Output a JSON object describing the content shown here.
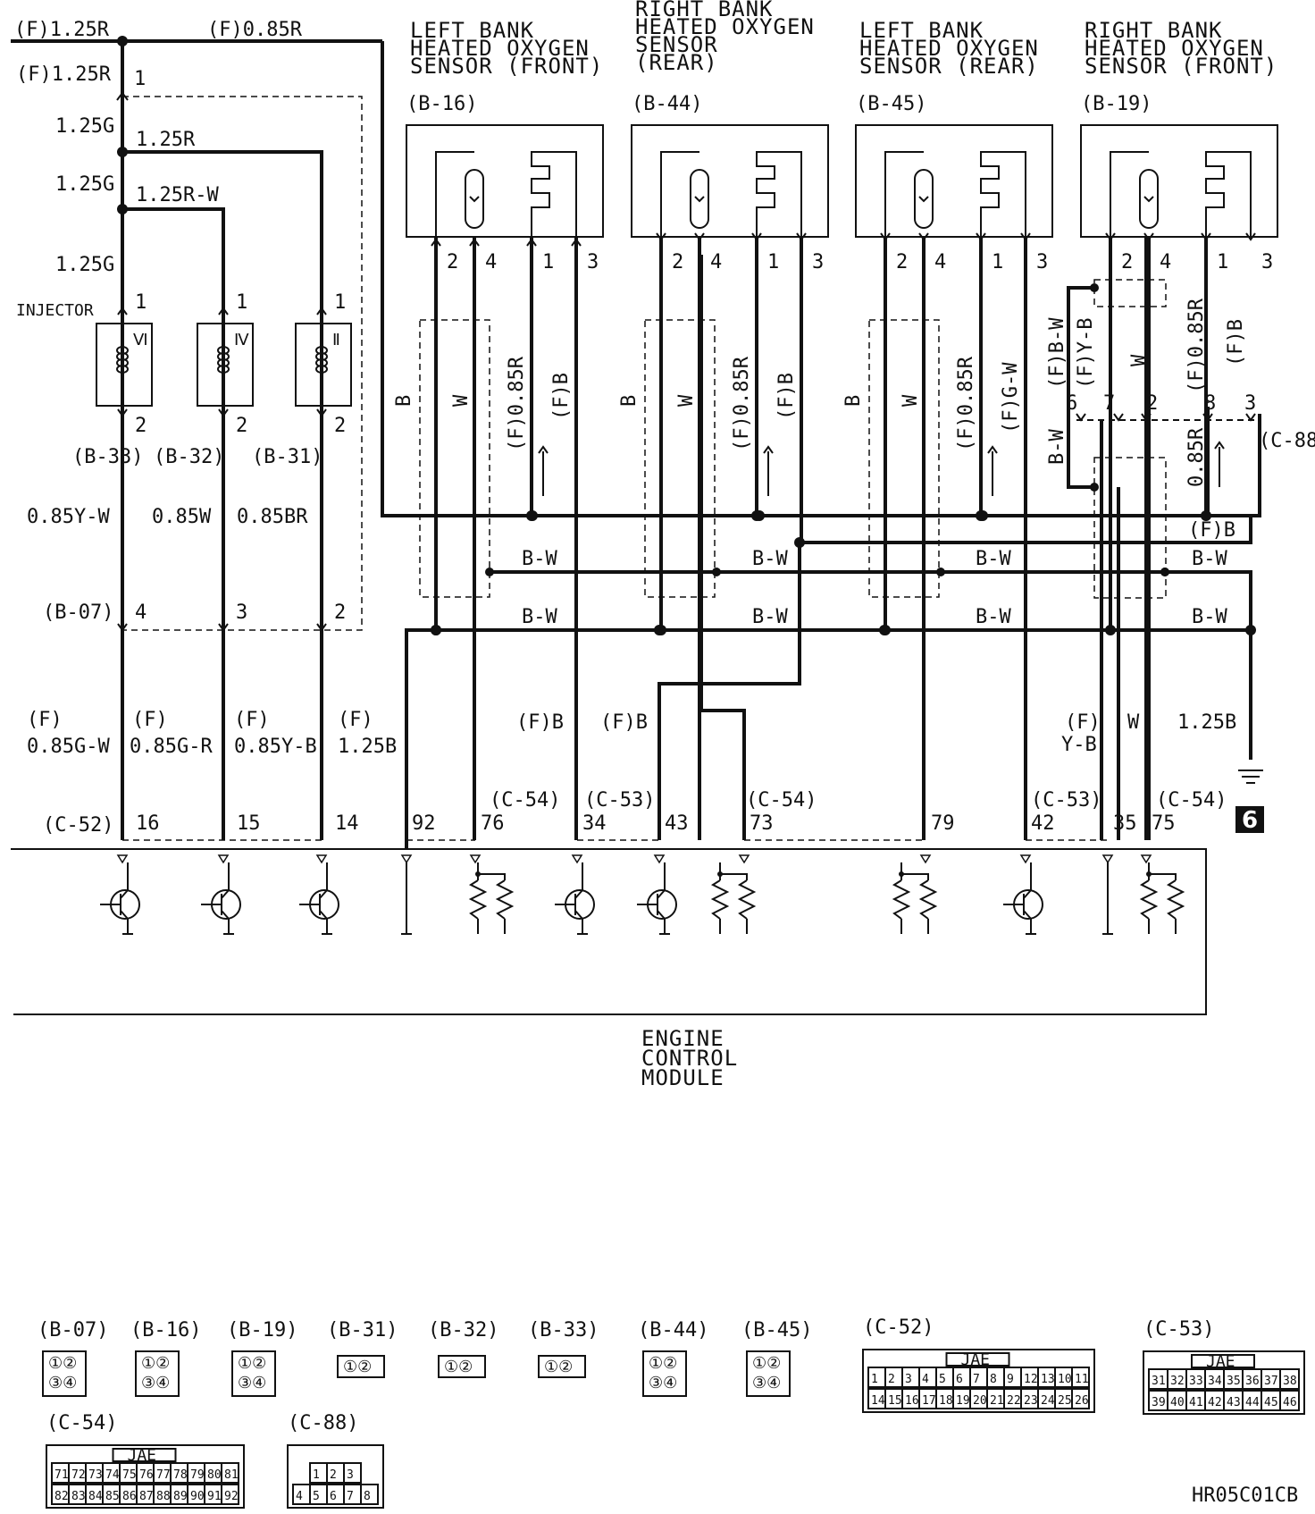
{
  "top_wires": {
    "left": "(F)1.25R",
    "right": "(F)0.85R",
    "branch": "(F)1.25R",
    "pin_top": "1",
    "g1": "1.25G",
    "r1": "1.25R",
    "g2": "1.25G",
    "rw": "1.25R-W",
    "g3": "1.25G"
  },
  "injector": {
    "label": "INJECTOR",
    "units": [
      {
        "roman": "Ⅵ",
        "pin_in": "1",
        "pin_out": "2",
        "connector": "B-33",
        "wire": "0.85Y-W",
        "b07_pin": "4",
        "ecm_wire_a": "(F)",
        "ecm_wire_b": "0.85G-W",
        "ecm_pin": "16"
      },
      {
        "roman": "Ⅳ",
        "pin_in": "1",
        "pin_out": "2",
        "connector": "B-32",
        "wire": "0.85W",
        "b07_pin": "3",
        "ecm_wire_a": "(F)",
        "ecm_wire_b": "0.85G-R",
        "ecm_pin": "15"
      },
      {
        "roman": "Ⅱ",
        "pin_in": "1",
        "pin_out": "2",
        "connector": "B-31",
        "wire": "0.85BR",
        "b07_pin": "2",
        "ecm_wire_a": "(F)",
        "ecm_wire_b": "0.85Y-B",
        "ecm_pin": "14"
      }
    ],
    "b07": "B-07",
    "c52": "C-52",
    "fourth_wire_a": "(F)",
    "fourth_wire_b": "1.25B"
  },
  "sensors": [
    {
      "title": [
        "LEFT BANK",
        "HEATED OXYGEN",
        "SENSOR (FRONT)"
      ],
      "connector": "B-16",
      "pins": [
        "2",
        "4",
        "1",
        "3"
      ]
    },
    {
      "title": [
        "RIGHT BANK",
        "HEATED OXYGEN",
        "SENSOR",
        "(REAR)"
      ],
      "connector": "B-44",
      "pins": [
        "2",
        "4",
        "1",
        "3"
      ]
    },
    {
      "title": [
        "LEFT BANK",
        "HEATED OXYGEN",
        "SENSOR (REAR)"
      ],
      "connector": "B-45",
      "pins": [
        "2",
        "4",
        "1",
        "3"
      ]
    },
    {
      "title": [
        "RIGHT BANK",
        "HEATED OXYGEN",
        "SENSOR (FRONT)"
      ],
      "connector": "B-19",
      "pins": [
        "2",
        "4",
        "1",
        "3"
      ]
    }
  ],
  "wire_labels": {
    "b": "B",
    "w": "W",
    "f085r": "(F)0.85R",
    "fb": "(F)B",
    "fgw": "(F)G-W",
    "fbw": "(F)B-W",
    "fyb": "(F)Y-B",
    "bw": "B-W",
    "r085": "0.85R",
    "fb_bus": "(F)B",
    "ecm_fb1": "(F)B",
    "ecm_fb2": "(F)B",
    "ecm_fyb_a": "(F)",
    "ecm_fyb_b": "Y-B",
    "ecm_w": "W",
    "ground_wire": "1.25B",
    "c88": "C-88",
    "c88_pins": [
      "6",
      "7",
      "2",
      "8",
      "3"
    ]
  },
  "ecm": {
    "label": [
      "ENGINE",
      "CONTROL",
      "MODULE"
    ],
    "pins": [
      "92",
      "76",
      "34",
      "43",
      "73",
      "79",
      "42",
      "35",
      "75"
    ],
    "connectors": [
      "C-54",
      "C-53",
      "C-54",
      "C-53",
      "C-54"
    ]
  },
  "ground_number": "6",
  "legend": {
    "small": [
      "B-07",
      "B-16",
      "B-19",
      "B-31",
      "B-32",
      "B-33",
      "B-44",
      "B-45"
    ],
    "c52": {
      "name": "C-52",
      "jae": "JAE",
      "row1": [
        "1",
        "2",
        "3",
        "4",
        "5",
        "6",
        "7",
        "8",
        "9",
        "12",
        "13",
        "10",
        "11"
      ],
      "row2": [
        "14",
        "15",
        "16",
        "17",
        "18",
        "19",
        "20",
        "21",
        "22",
        "23",
        "24",
        "25",
        "26"
      ]
    },
    "c53": {
      "name": "C-53",
      "jae": "JAE",
      "row1": [
        "31",
        "32",
        "33",
        "34",
        "35",
        "36",
        "37",
        "38"
      ],
      "row2": [
        "39",
        "40",
        "41",
        "42",
        "43",
        "44",
        "45",
        "46"
      ]
    },
    "c54": {
      "name": "C-54",
      "jae": "JAE",
      "row1": [
        "71",
        "72",
        "73",
        "74",
        "75",
        "76",
        "77",
        "78",
        "79",
        "80",
        "81"
      ],
      "row2": [
        "82",
        "83",
        "84",
        "85",
        "86",
        "87",
        "88",
        "89",
        "90",
        "91",
        "92"
      ]
    },
    "c88": {
      "name": "C-88",
      "row1": [
        "1",
        "2",
        "3"
      ],
      "row2": [
        "4",
        "5",
        "6",
        "7",
        "8"
      ]
    }
  },
  "diagram_code": "HR05C01CB"
}
